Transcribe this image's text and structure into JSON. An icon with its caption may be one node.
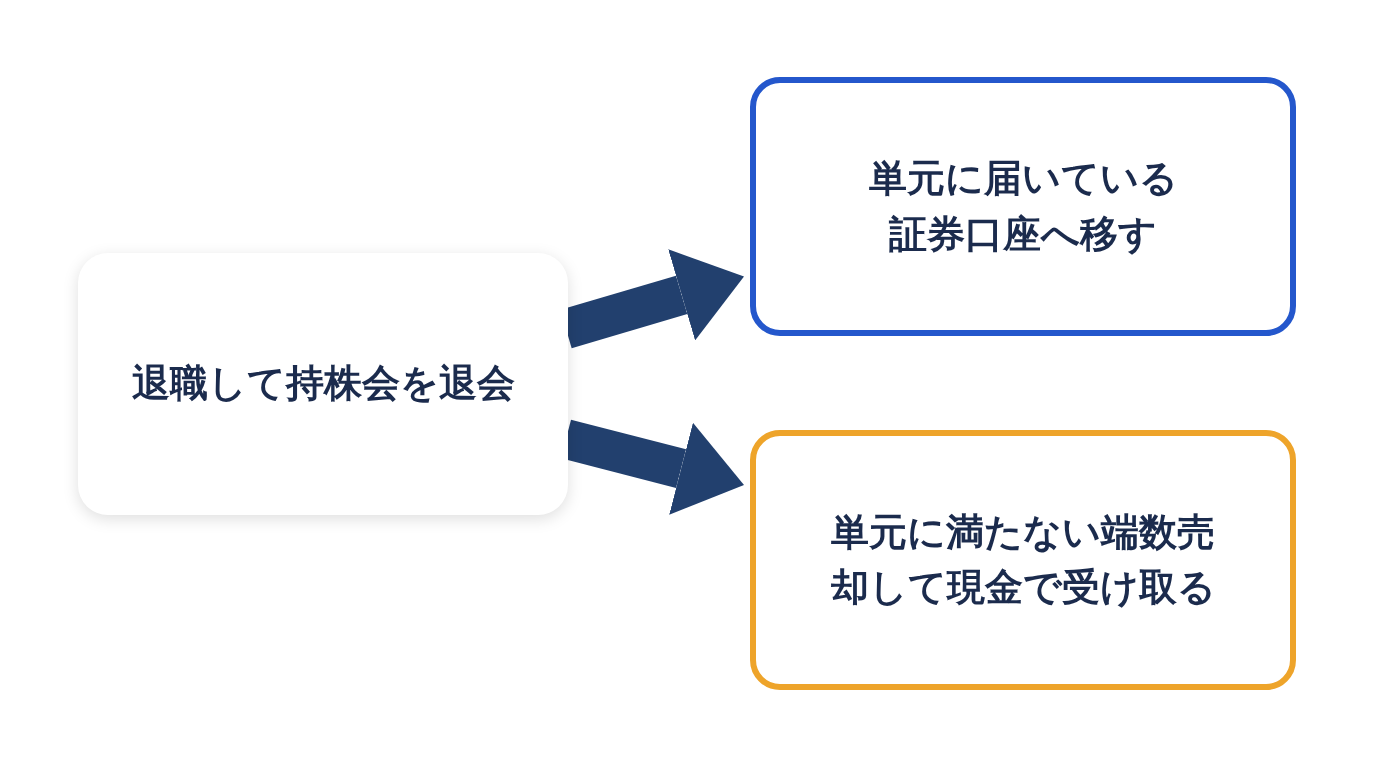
{
  "diagram": {
    "nodes": [
      {
        "text": [
          "退職して持株会を退会"
        ]
      },
      {
        "text": [
          "単元に届いている証券口座へ移す"
        ]
      },
      {
        "text": [
          "単元に満たない端数売却して現金で受け取る"
        ]
      }
    ],
    "edges": [
      {
        "from": 0,
        "to": 1,
        "arrow": "to"
      },
      {
        "from": 0,
        "to": 2,
        "arrow": "to"
      }
    ]
  }
}
